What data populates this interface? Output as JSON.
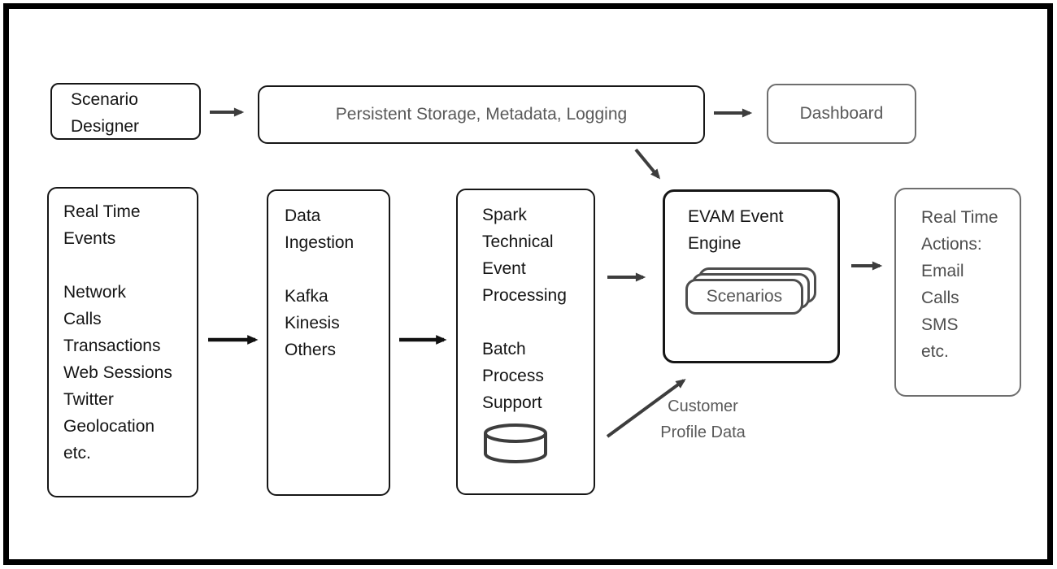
{
  "diagram": {
    "title_context": "EVAM real-time event processing architecture",
    "colors": {
      "frame_border": "#000000",
      "box_border_dark": "#161616",
      "box_border_gray": "#6e6e6e",
      "text_dark": "#141414",
      "text_gray": "#595959",
      "arrow_gray": "#3d3d3d",
      "arrow_black": "#111111"
    },
    "boxes": {
      "scenario_designer": {
        "lines": [
          "Scenario",
          "Designer"
        ]
      },
      "persistent_storage": {
        "label": "Persistent Storage, Metadata, Logging"
      },
      "dashboard": {
        "label": "Dashboard"
      },
      "real_time_events": {
        "lines": [
          "Real Time",
          "Events",
          "",
          "Network",
          "Calls",
          "Transactions",
          "Web Sessions",
          "Twitter",
          "Geolocation",
          "etc."
        ]
      },
      "data_ingestion": {
        "lines": [
          "Data",
          "Ingestion",
          "",
          "Kafka",
          "Kinesis",
          "Others"
        ]
      },
      "spark": {
        "lines": [
          "Spark",
          "Technical",
          "Event",
          "Processing",
          "",
          "Batch",
          "Process",
          "Support"
        ],
        "icon": "database-cylinder-icon"
      },
      "evam_engine": {
        "lines": [
          "EVAM Event",
          "Engine"
        ],
        "scenarios_label": "Scenarios"
      },
      "real_time_actions": {
        "lines": [
          "Real Time",
          "Actions:",
          "Email",
          "Calls",
          "SMS",
          "etc."
        ]
      }
    },
    "annotations": {
      "customer_profile": {
        "lines": [
          "Customer",
          "Profile Data"
        ]
      }
    },
    "arrows": [
      "scenario-designer-to-storage",
      "storage-to-dashboard",
      "storage-to-evam-engine",
      "events-to-ingestion",
      "ingestion-to-spark",
      "spark-to-evam-engine",
      "evam-engine-to-actions",
      "customer-profile-to-evam-engine"
    ]
  }
}
